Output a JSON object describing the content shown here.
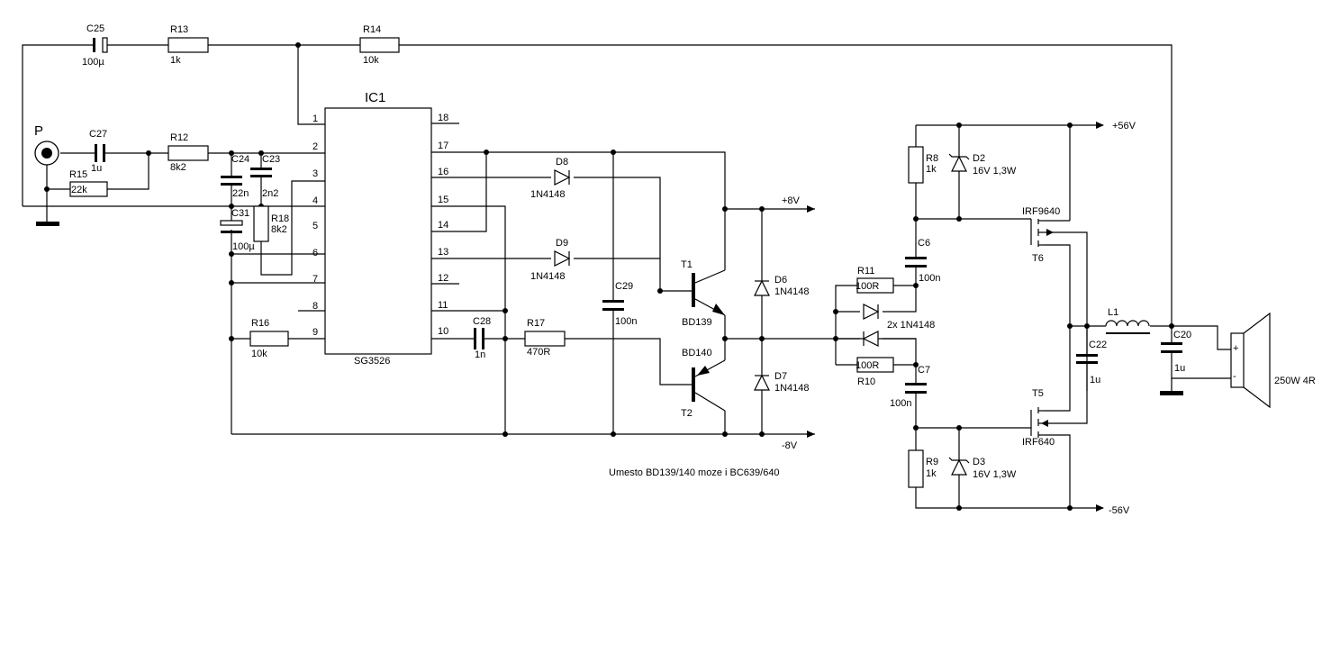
{
  "input_label": "P",
  "ic": {
    "name": "IC1",
    "part": "SG3526",
    "pins_left": [
      "1",
      "2",
      "3",
      "4",
      "5",
      "6",
      "7",
      "8",
      "9"
    ],
    "pins_right": [
      "18",
      "17",
      "16",
      "15",
      "14",
      "13",
      "12",
      "11",
      "10"
    ]
  },
  "components": {
    "C25": {
      "ref": "C25",
      "val": "100µ"
    },
    "R13": {
      "ref": "R13",
      "val": "1k"
    },
    "R14": {
      "ref": "R14",
      "val": "10k"
    },
    "C27": {
      "ref": "C27",
      "val": "1u"
    },
    "R12": {
      "ref": "R12",
      "val": "8k2"
    },
    "R15": {
      "ref": "R15",
      "val": "22k"
    },
    "C24": {
      "ref": "C24",
      "val": "22n"
    },
    "C23": {
      "ref": "C23",
      "val": "2n2"
    },
    "C31": {
      "ref": "C31",
      "val": "100µ"
    },
    "R18": {
      "ref": "R18",
      "val": "8k2"
    },
    "R16": {
      "ref": "R16",
      "val": "10k"
    },
    "C28": {
      "ref": "C28",
      "val": "1n"
    },
    "R17": {
      "ref": "R17",
      "val": "470R"
    },
    "C29": {
      "ref": "C29",
      "val": "100n"
    },
    "D8": {
      "ref": "D8",
      "val": "1N4148"
    },
    "D9": {
      "ref": "D9",
      "val": "1N4148"
    },
    "T1": {
      "ref": "T1",
      "val": "BD139"
    },
    "T2": {
      "ref": "T2",
      "val": "BD140"
    },
    "D6": {
      "ref": "D6",
      "val": "1N4148"
    },
    "D7": {
      "ref": "D7",
      "val": "1N4148"
    },
    "R8": {
      "ref": "R8",
      "val": "1k"
    },
    "D2": {
      "ref": "D2",
      "val": "16V 1,3W"
    },
    "C6": {
      "ref": "C6",
      "val": "100n"
    },
    "R11": {
      "ref": "R11",
      "val": "100R"
    },
    "R10": {
      "ref": "R10",
      "val": "100R"
    },
    "DX": {
      "ref": "",
      "val": "2x 1N4148"
    },
    "C7": {
      "ref": "C7",
      "val": "100n"
    },
    "R9": {
      "ref": "R9",
      "val": "1k"
    },
    "D3": {
      "ref": "D3",
      "val": "16V 1,3W"
    },
    "T6": {
      "ref": "T6",
      "val": "IRF9640"
    },
    "T5": {
      "ref": "T5",
      "val": "IRF640"
    },
    "L1": {
      "ref": "L1",
      "val": ""
    },
    "C22": {
      "ref": "C22",
      "val": "1u"
    },
    "C20": {
      "ref": "C20",
      "val": "1u"
    },
    "SPK": {
      "ref": "",
      "val": "250W 4R"
    }
  },
  "rails": {
    "p8": "+8V",
    "n8": "-8V",
    "p56": "+56V",
    "n56": "-56V"
  },
  "speaker": {
    "plus": "+",
    "minus": "-"
  },
  "note": "Umesto BD139/140 moze i BC639/640"
}
